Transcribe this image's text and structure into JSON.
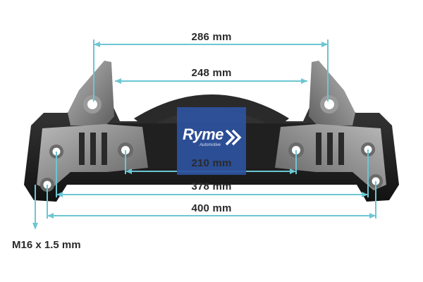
{
  "photo": {
    "subject": "brake caliper carrier",
    "colors": {
      "dimension_line": "#6cc6d2",
      "body_dark": "#1b1b1b",
      "body_metal": "#8a8a8a",
      "brand_box": "#2e52a0"
    }
  },
  "dimensions": {
    "d286": "286 mm",
    "d248": "248 mm",
    "d210": "210 mm",
    "d378": "378 mm",
    "d400": "400 mm",
    "thread": "M16 x 1.5 mm"
  },
  "brand": {
    "name": "Ryme",
    "sub": "Automotive"
  }
}
